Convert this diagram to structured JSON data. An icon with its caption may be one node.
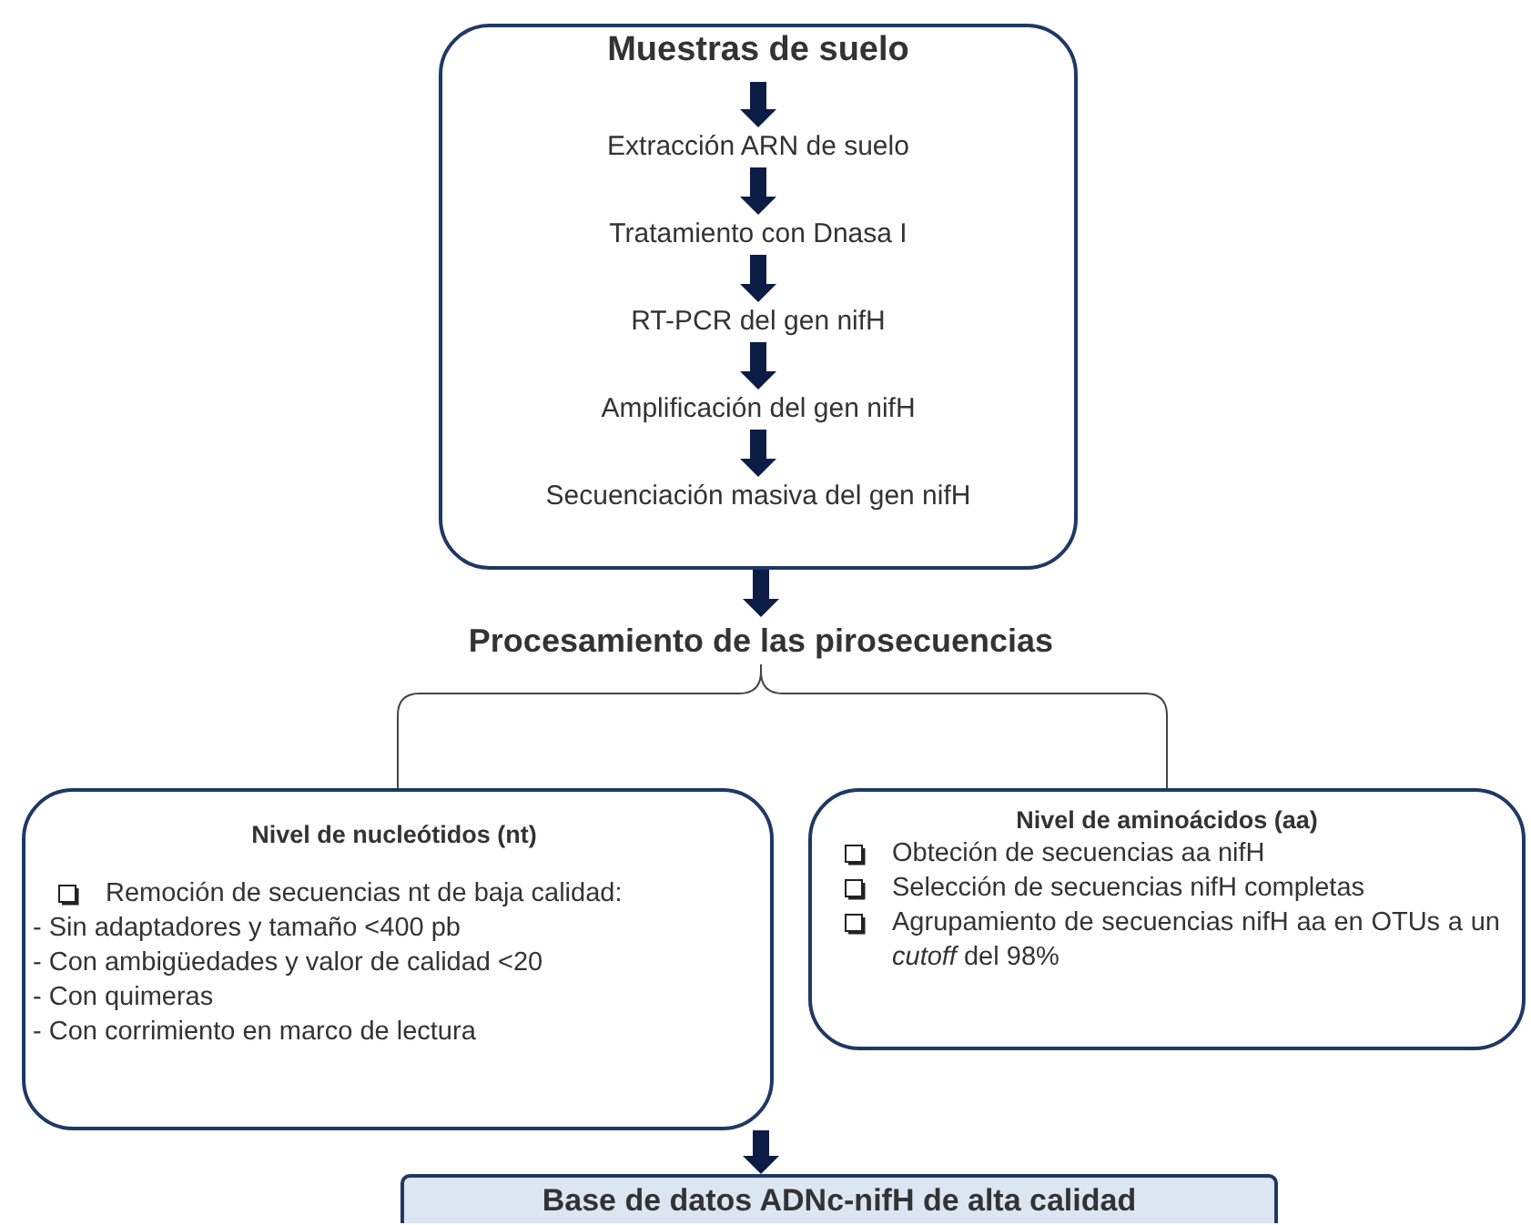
{
  "diagram": {
    "nodes": [
      {
        "text": [
          "Muestras de suelo"
        ]
      },
      {
        "text": [
          "Extracción ARN de suelo"
        ],
        "in": 0
      },
      {
        "text": [
          "Tratamiento con Dnasa I"
        ],
        "in": 0
      },
      {
        "text": [
          "RT-PCR del gen nifH"
        ],
        "in": 0
      },
      {
        "text": [
          "Amplificación del gen nifH"
        ],
        "in": 0
      },
      {
        "text": [
          "Secuenciación masiva del gen nifH"
        ],
        "in": 0
      },
      {
        "text": [
          "Procesamiento de las pirosecuencias"
        ]
      },
      {
        "text": [
          "Nivel de nucleótidos (nt)",
          "Remoción de secuencias nt de baja calidad:",
          "- Sin adaptadores y tamaño <400 pb",
          "- Con ambigüedades y valor de calidad <20",
          "- Con quimeras",
          "- Con corrimiento en marco de lectura"
        ]
      },
      {
        "text": [
          "Nivel de aminoácidos (aa)",
          "Obteción de secuencias aa nifH",
          "Selección de secuencias nifH completas",
          "Agrupamiento de secuencias nifH aa en OTUs a un *cutoff* del 98%"
        ]
      },
      {
        "text": [
          "Base de datos ADNc-nifH de alta calidad"
        ]
      }
    ],
    "edges": [
      {
        "from": null,
        "to": 1,
        "arrow": "to"
      },
      {
        "from": 1,
        "to": 2,
        "arrow": "to"
      },
      {
        "from": 2,
        "to": 3,
        "arrow": "to"
      },
      {
        "from": 3,
        "to": 4,
        "arrow": "to"
      },
      {
        "from": 4,
        "to": 5,
        "arrow": "to"
      },
      {
        "from": 0,
        "to": 6,
        "arrow": "to"
      },
      {
        "from": 6,
        "to": 7,
        "arrow": "none"
      },
      {
        "from": 6,
        "to": 8,
        "arrow": "none"
      },
      {
        "from": 7,
        "to": 9,
        "arrow": "to"
      }
    ]
  }
}
